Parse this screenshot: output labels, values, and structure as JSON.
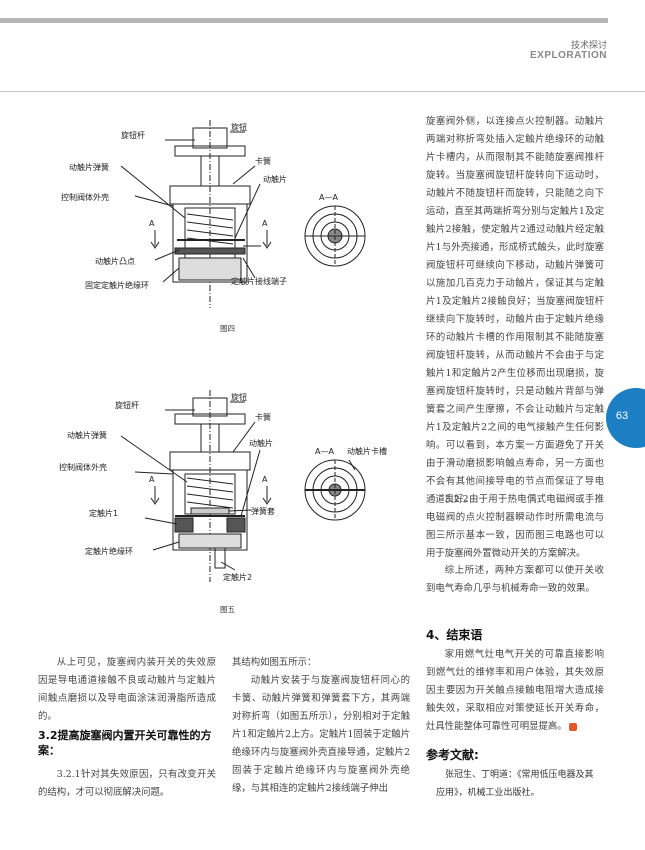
{
  "header": {
    "section_cn": "技术探讨",
    "section_en": "EXPLORATION"
  },
  "page_number": "63",
  "figure4": {
    "caption": "图四",
    "labels": {
      "knob_rod": "旋钮杆",
      "knob": "旋钮",
      "moving_spring": "动触片弹簧",
      "clip_spring": "卡簧",
      "valve_shell": "控制阀体外壳",
      "moving_contact": "动触片",
      "section_a1": "A",
      "section_a2": "A",
      "section_aa": "A—A",
      "moving_boss": "动触片凸点",
      "fixed_insulator": "固定定触片绝缘环",
      "fixed_terminal": "定触片接线端子"
    }
  },
  "figure5": {
    "caption": "图五",
    "labels": {
      "knob_rod": "旋钮杆",
      "knob": "旋钮",
      "moving_spring": "动触片弹簧",
      "clip_spring": "卡簧",
      "valve_shell": "控制阀体外壳",
      "moving_contact": "动触片",
      "section_a1": "A",
      "section_a2": "A",
      "section_aa": "A—A",
      "moving_groove": "动触片卡槽",
      "fixed_contact1": "定触片1",
      "spring_sleeve": "弹簧套",
      "fixed_contact2": "定触片2",
      "fixed_insulator": "定触片绝缘环"
    }
  },
  "right_col": {
    "p1": "旋塞阀外侧，以连接点火控制器。动触片两端对称折弯处插入定触片绝缘环的动触片卡槽内，从而限制其不能随旋塞阀推杆旋转。当旋塞阀旋钮杆旋转向下运动时，动触片不随旋钮杆而旋转，只能随之向下运动，直至其两端折弯分别与定触片1及定触片2接触，使定触片2通过动触片经定触片1与外壳接通，形成桥式触头，此时旋塞阀旋钮杆可继续向下移动，动触片弹簧可以施加几百克力于动触片，保证其与定触片1及定触片2接触良好；当旋塞阀旋钮杆继续向下旋转时，动触片由于定触片绝缘环的动触片卡槽的作用限制其不能随旋塞阀旋钮杆旋转，从而动触片不会由于与定触片1和定触片2产生位移而出现磨损，旋塞阀旋钮杆旋转时，只是动触片背部与弹簧套之间产生摩擦，不会让动触片与定触片1及定触片2之间的电气接触产生任何影响。可以看到，本方案一方面避免了开关由于滑动磨损影响触点寿命，另一方面也不会有其他间接导电的节点而保证了导电通道良好。",
    "p2": "3.2.2由于用于热电偶式电磁阀或手推电磁阀的点火控制器瞬动作时所需电流与图三所示基本一致，因而图三电路也可以用于旋塞阀外置微动开关的方案解决。",
    "p3": "综上所述，两种方案都可以使开关收到电气寿命几乎与机械寿命一致的效果。"
  },
  "conclusion": {
    "heading": "4、结束语",
    "text": "家用燃气灶电气开关的可靠直接影响到燃气灶的维修率和用户体验，其失效原因主要因为开关触点接触电阻增大造成接触失效，采取相应对策使延长开关寿命，灶具性能整体可靠性可明显提高。"
  },
  "references": {
    "heading": "参考文献:",
    "item": "张冠生、丁明道：《常用低压电器及其应用》，机械工业出版社。"
  },
  "left_col": {
    "p1": "从上可见，旋塞阀内装开关的失效原因是导电通道接触不良或动触片与定触片间触点磨损以及导电面涂沫润滑脂所造成的。",
    "heading": "3.2提高旋塞阀内置开关可靠性的方案：",
    "p2": "3.2.1针对其失效原因，只有改变开关的结构，才可以彻底解决问题。"
  },
  "mid_col": {
    "p1": "其结构如图五所示：",
    "p2": "动触片安装于与旋塞阀旋钮杆同心的卡簧、动触片弹簧和弹簧套下方，其两端对称折弯（如图五所示），分别相对于定触片1和定触片2上方。定触片1固装于定触片绝缘环内与旋塞阀外壳直接导通，定触片2固装于定触片绝缘环内与旋塞阀外壳绝缘，与其相连的定触片2接线端子伸出"
  }
}
